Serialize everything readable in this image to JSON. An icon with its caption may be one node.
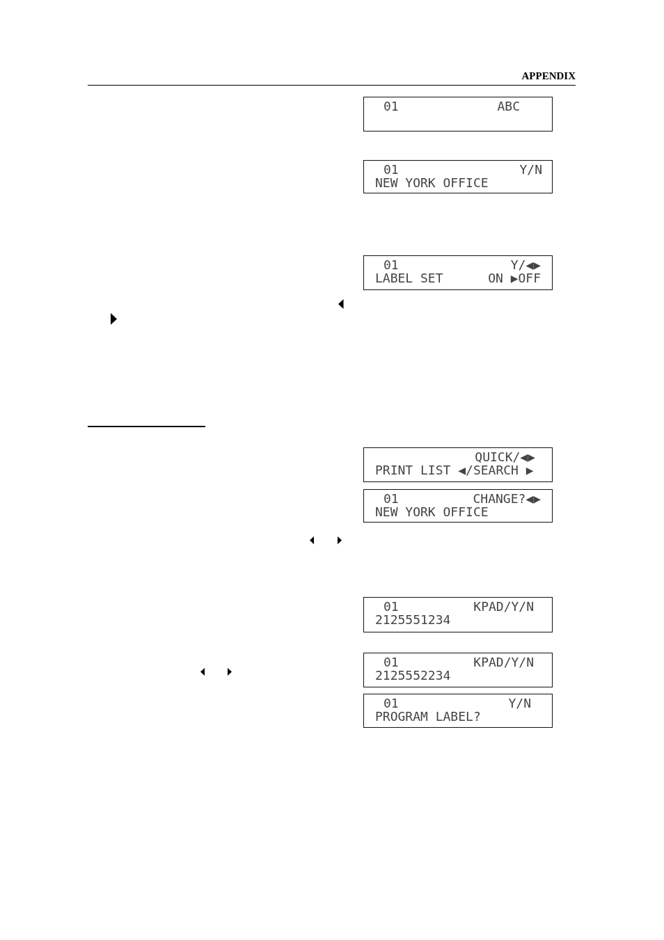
{
  "diagram": {
    "nodes": [
      {
        "text": [
          "01",
          "ABC"
        ]
      },
      {
        "text": [
          "01",
          "Y/N",
          "NEW YORK OFFICE"
        ]
      },
      {
        "text": [
          "01",
          "Y/◀▶",
          "LABEL SET",
          "ON ▶OFF"
        ]
      },
      {
        "text": [
          "QUICK/◀▶",
          "PRINT LIST ◀/SEARCH ▶"
        ]
      },
      {
        "text": [
          "01",
          "CHANGE?◀▶",
          "NEW YORK OFFICE"
        ]
      },
      {
        "text": [
          "01",
          "KPAD/Y/N",
          "2125551234"
        ]
      },
      {
        "text": [
          "01",
          "KPAD/Y/N",
          "2125552234"
        ]
      },
      {
        "text": [
          "01",
          "Y/N",
          "PROGRAM LABEL?"
        ]
      }
    ],
    "labels": [
      "APPENDIX"
    ]
  }
}
